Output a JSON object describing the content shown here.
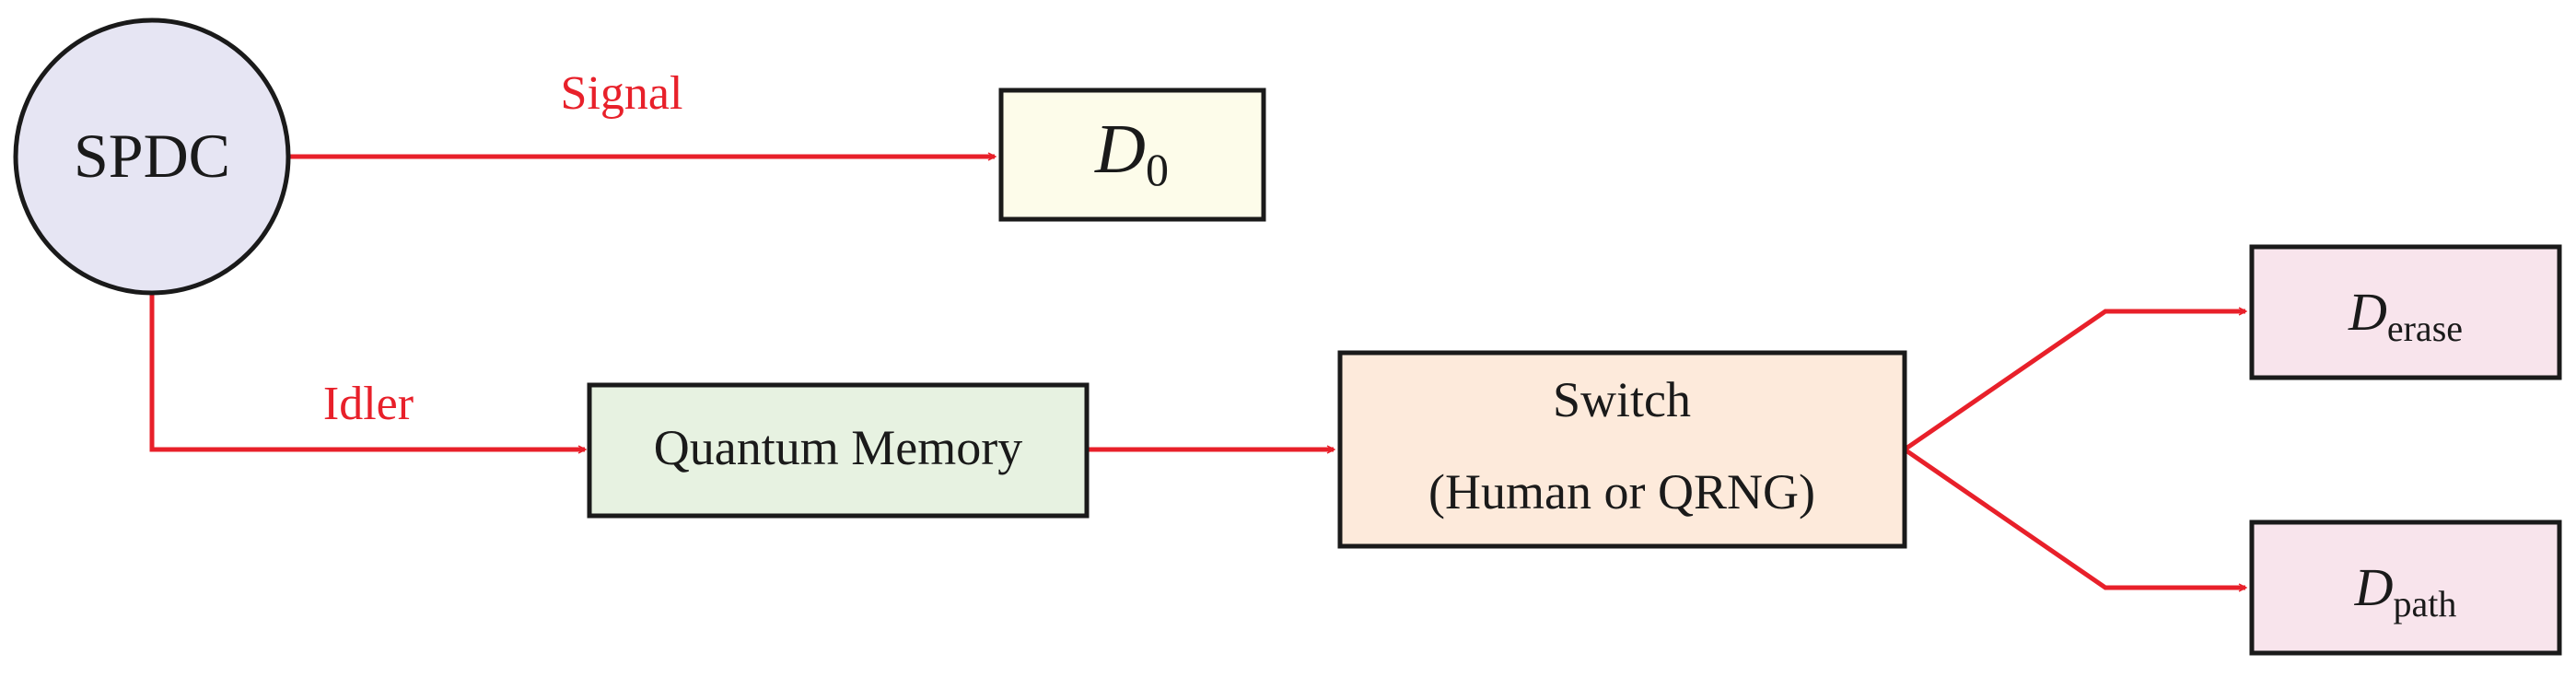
{
  "colors": {
    "arrow": "#e8202a",
    "border": "#1a1a1a",
    "source_fill": "#e6e5f3",
    "detector0_fill": "#fdfcea",
    "memory_fill": "#e7f2e1",
    "switch_fill": "#fdeadb",
    "detector_fill": "#f8e4ec"
  },
  "nodes": {
    "source": {
      "label": "SPDC"
    },
    "detector0": {
      "main": "D",
      "sub": "0"
    },
    "memory": {
      "label": "Quantum Memory"
    },
    "switch": {
      "line1": "Switch",
      "line2": "(Human or QRNG)"
    },
    "detector_erase": {
      "main": "D",
      "sub": "erase"
    },
    "detector_path": {
      "main": "D",
      "sub": "path"
    }
  },
  "edges": {
    "signal": {
      "label": "Signal"
    },
    "idler": {
      "label": "Idler"
    }
  }
}
